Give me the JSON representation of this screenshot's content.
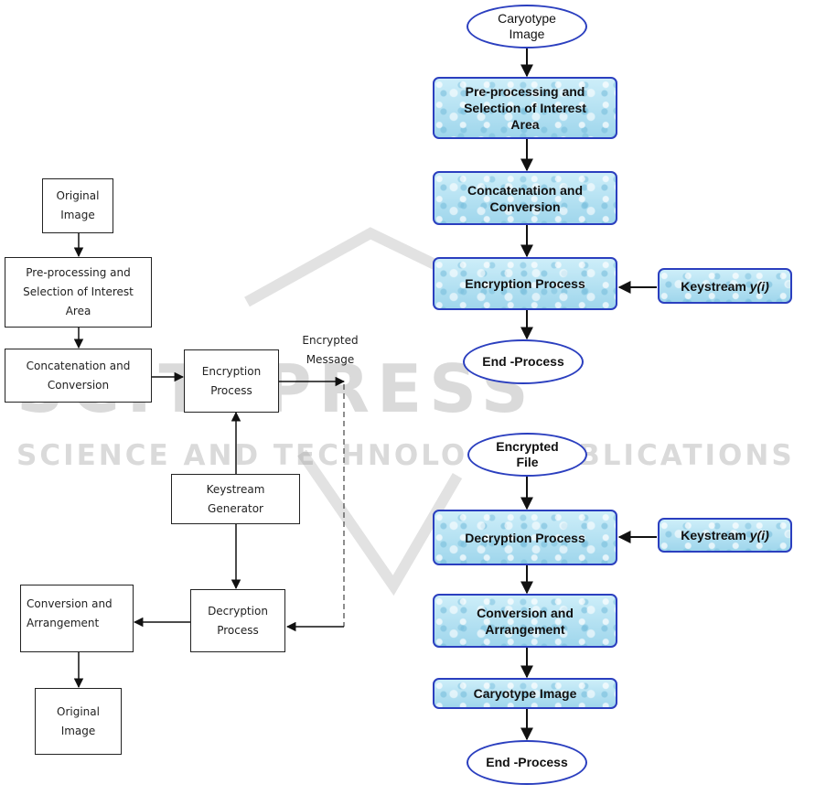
{
  "watermark": {
    "main": "SCITEPRESS",
    "sub": "SCIENCE AND TECHNOLOGY PUBLICATIONS"
  },
  "left_flow": {
    "original_image_top": "Original\nImage",
    "preprocessing": "Pre-processing and\nSelection of Interest\nArea",
    "concatenation": "Concatenation and\nConversion",
    "encryption": "Encryption\nProcess",
    "encrypted_message": "Encrypted\nMessage",
    "keystream_generator": "Keystream\nGenerator",
    "decryption": "Decryption\nProcess",
    "conversion_arrangement": "Conversion and\nArrangement",
    "original_image_bottom": "Original\nImage"
  },
  "right_encrypt": {
    "start": "Caryotype\nImage",
    "preprocessing": "Pre-processing and\nSelection of  Interest\nArea",
    "concatenation": "Concatenation and\nConversion",
    "encryption": "Encryption Process",
    "keystream_label": "Keystream ",
    "keystream_var": "y(i)",
    "end": "End -Process"
  },
  "right_decrypt": {
    "start": "Encrypted\nFile",
    "decryption": "Decryption Process",
    "keystream_label": "Keystream ",
    "keystream_var": "y(i)",
    "conversion": "Conversion and\nArrangement",
    "caryotype": "Caryotype Image",
    "end": "End -Process"
  }
}
